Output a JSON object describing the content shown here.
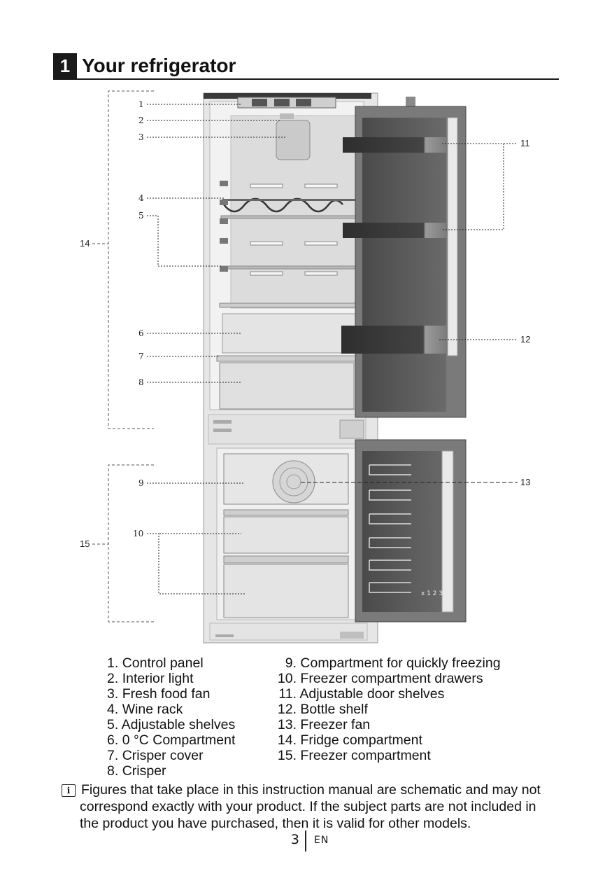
{
  "section": {
    "number": "1",
    "title": "Your refrigerator"
  },
  "callouts": {
    "c1": "1",
    "c2": "2",
    "c3": "3",
    "c4": "4",
    "c5": "5",
    "c6": "6",
    "c7": "7",
    "c8": "8",
    "c9": "9",
    "c10": "10",
    "c11": "11",
    "c12": "12",
    "c13": "13",
    "c14": "14",
    "c15": "15"
  },
  "freezer_door_marking": "x 1 2 3",
  "legend_left": [
    {
      "num": "1.",
      "text": "Control panel"
    },
    {
      "num": "2.",
      "text": "Interior light"
    },
    {
      "num": "3.",
      "text": "Fresh food fan"
    },
    {
      "num": "4.",
      "text": "Wine rack"
    },
    {
      "num": "5.",
      "text": "Adjustable shelves"
    },
    {
      "num": "6.",
      "text": "0 °C Compartment"
    },
    {
      "num": "7.",
      "text": "Crisper cover"
    },
    {
      "num": "8.",
      "text": "Crisper"
    }
  ],
  "legend_right": [
    {
      "num": "9.",
      "text": "Compartment for quickly freezing"
    },
    {
      "num": "10.",
      "text": "Freezer compartment drawers"
    },
    {
      "num": "11.",
      "text": "Adjustable door shelves"
    },
    {
      "num": "12.",
      "text": "Bottle shelf"
    },
    {
      "num": "13.",
      "text": "Freezer fan"
    },
    {
      "num": "14.",
      "text": "Fridge compartment"
    },
    {
      "num": "15.",
      "text": "Freezer compartment"
    }
  ],
  "note": {
    "icon": "info-icon",
    "line1": "Figures that take place in this instruction manual are schematic and may not",
    "line2": "correspond exactly with your product. If the subject parts are not included in",
    "line3": "the product you have purchased, then it is valid for other models."
  },
  "footer": {
    "page": "3",
    "lang": "EN"
  }
}
